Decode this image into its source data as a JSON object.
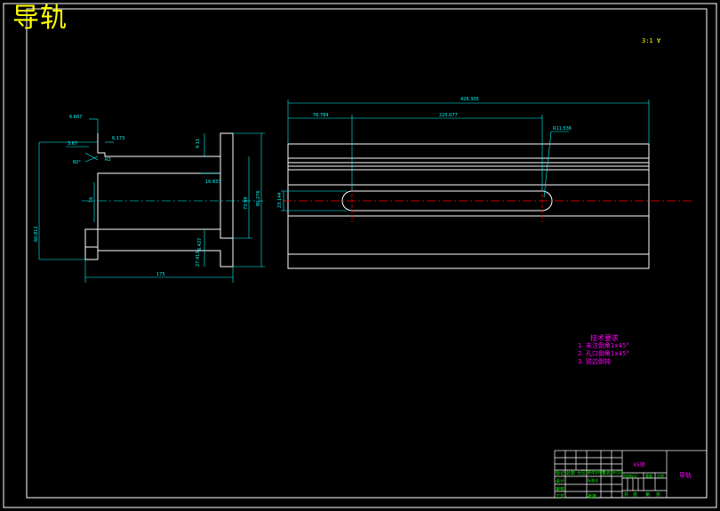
{
  "title": "导轨",
  "scale_note": "3:1  ∀",
  "colors": {
    "background": "#000000",
    "outline": "#ffffff",
    "dimension": "#00ffff",
    "centerline": "#ff0000",
    "title": "#ffff00",
    "notes": "#ff00ff",
    "table_text": "#00ff00"
  },
  "left_view": {
    "dims": {
      "top_small": "6.667",
      "top_mid": "3.67",
      "top_right": "6.173",
      "upper_tab": "4.11",
      "mid_tab": "16.833",
      "inner_h": "73.99",
      "outer_h": "80.276",
      "overall_h": "60.812",
      "lower_tab": "6.427",
      "bottom_tab": "27.413",
      "base_w": "175",
      "angle": "60°",
      "radius": "R2",
      "small_r": "16"
    }
  },
  "right_view": {
    "dims": {
      "overall_w": "426.305",
      "left_offset": "76.784",
      "slot_len": "225.077",
      "slot_r": "R11.536",
      "slot_h": "23.144"
    }
  },
  "tech_notes": {
    "heading": "技术要求",
    "items": [
      "1. 未注倒角1x45°",
      "2. 孔口倒角1x45°",
      "3. 锐边倒钝"
    ]
  },
  "title_block": {
    "part_name": "导轨",
    "material": "45钢",
    "green_labels": [
      "标记",
      "处数",
      "分区",
      "更改文件号",
      "签名",
      "年月日"
    ],
    "row_labels": [
      "设计",
      "审核",
      "工艺"
    ],
    "std_label": "标准化",
    "approve_label": "批准",
    "stage_labels": [
      "阶段标记",
      "重量",
      "比例"
    ],
    "sheet_labels": [
      "共",
      "张",
      "第",
      "张"
    ]
  }
}
